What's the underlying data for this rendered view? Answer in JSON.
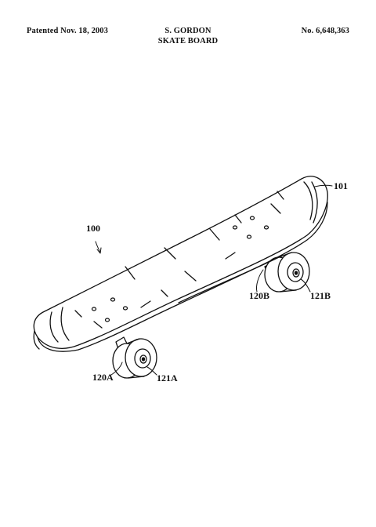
{
  "header": {
    "patent_date": "Patented Nov. 18, 2003",
    "inventor": "S. GORDON",
    "patent_number": "No. 6,648,363",
    "title": "SKATE BOARD"
  },
  "drawing": {
    "labels": {
      "assembly": "100",
      "deck": "101",
      "truck_front": "120A",
      "wheel_front": "121A",
      "truck_rear": "120B",
      "wheel_rear": "121B"
    }
  }
}
